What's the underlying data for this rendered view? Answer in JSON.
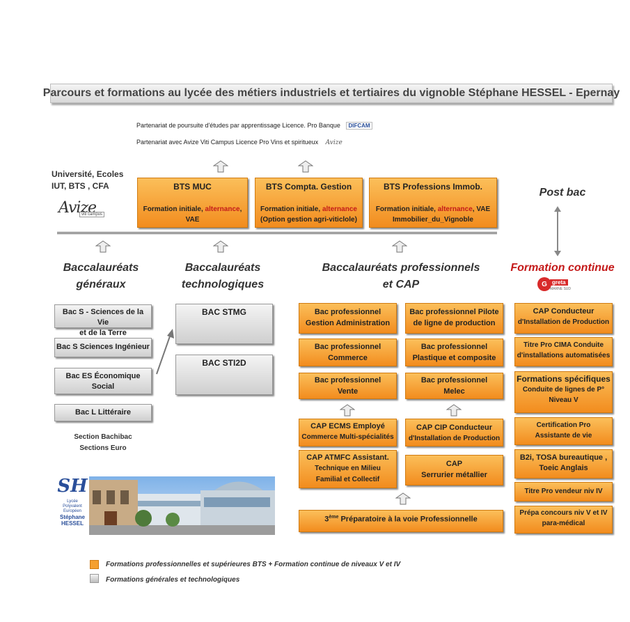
{
  "title": "Parcours et formations au  lycée des métiers industriels et tertiaires du vignoble Stéphane HESSEL - Epernay",
  "partnerships": [
    {
      "text": "Partenariat  de poursuite d'études par apprentissage  Licence. Pro Banque",
      "logo": "DIFCAM"
    },
    {
      "text": "Partenariat  avec  Avize Viti Campus Licence Pro Vins et spiritueux",
      "logo": "Avize"
    }
  ],
  "university": {
    "line1": "Université,  Ecoles",
    "line2": "IUT, BTS , CFA"
  },
  "avize_logo": {
    "script": "Avize",
    "tag": "viti campus"
  },
  "bts": [
    {
      "title": "BTS MUC",
      "sub_a": "Formation initiale, ",
      "sub_red": "alternance",
      "sub_b": ", VAE",
      "sub_c": ""
    },
    {
      "title": "BTS Compta. Gestion",
      "sub_a": "Formation initiale, ",
      "sub_red": "alternance",
      "sub_b": "",
      "sub_c": "(Option gestion agri-viticlole)"
    },
    {
      "title": "BTS Professions Immob.",
      "sub_a": "Formation initiale, ",
      "sub_red": "alternance",
      "sub_b": ", VAE",
      "sub_c": "Immobilier_du_Vignoble"
    }
  ],
  "post_bac": "Post bac",
  "headings": {
    "generaux": {
      "l1": "Baccalauréats",
      "l2": "généraux"
    },
    "techno": {
      "l1": "Baccalauréats",
      "l2": "technologiques"
    },
    "pro": {
      "l1": "Baccalauréats professionnels",
      "l2": "et CAP"
    },
    "fc": "Formation continue"
  },
  "greta": {
    "letter": "G",
    "word": "greta",
    "sub": "MARNE SUD"
  },
  "bac_generaux": [
    {
      "l1": "Bac S - Sciences de la Vie",
      "l2": "et  de la Terre"
    },
    {
      "l1": "Bac S  Sciences Ingénieur",
      "l2": ""
    },
    {
      "l1": "Bac ES Économique",
      "l2": "Social"
    },
    {
      "l1": "Bac L Littéraire",
      "l2": ""
    }
  ],
  "bachibac": {
    "l1": "Section Bachibac",
    "l2": "Sections Euro"
  },
  "bac_techno": [
    "BAC STMG",
    "BAC STI2D"
  ],
  "bac_pro": [
    {
      "l1": "Bac professionnel",
      "l2": "Gestion Administration"
    },
    {
      "l1": "Bac professionnel  Pilote",
      "l2": "de ligne de production"
    },
    {
      "l1": "Bac professionnel",
      "l2": "Commerce"
    },
    {
      "l1": "Bac professionnel",
      "l2": "Plastique et composite"
    },
    {
      "l1": "Bac professionnel",
      "l2": "Vente"
    },
    {
      "l1": "Bac professionnel",
      "l2": "Melec"
    }
  ],
  "cap": [
    {
      "l1": "CAP ECMS Employé",
      "l2": "Commerce Multi-spécialités",
      "l3": ""
    },
    {
      "l1": "CAP CIP Conducteur",
      "l2": "d'Installation de Production",
      "l3": ""
    },
    {
      "l1": "CAP ATMFC Assistant.",
      "l2": "Technique  en Milieu",
      "l3": "Familial et Collectif"
    },
    {
      "l1": "CAP",
      "l2": "Serrurier métallier",
      "l3": ""
    }
  ],
  "troisieme": {
    "num": "3",
    "sup": "ème",
    "text": "  Préparatoire à la voie Professionnelle"
  },
  "formation_continue": [
    {
      "l1": "CAP Conducteur",
      "l2": "d'Installation de Production",
      "l3": ""
    },
    {
      "l1": "Titre Pro CIMA Conduite",
      "l2": "d'installations automatisées",
      "l3": ""
    },
    {
      "l1": "Formations spécifiques",
      "l2": "Conduite de lignes de P°",
      "l3": "Niveau V"
    },
    {
      "l1": "Certification Pro",
      "l2": "Assistante de vie",
      "l3": ""
    },
    {
      "l1": "B2i, TOSA bureautique ,",
      "l2": "Toeic Anglais",
      "l3": ""
    },
    {
      "l1": "Titre Pro vendeur niv IV",
      "l2": "",
      "l3": ""
    },
    {
      "l1": "Prépa concours niv V et IV",
      "l2": "para-médical",
      "l3": ""
    }
  ],
  "school_logo": {
    "mark": "SH",
    "l1": "Lycée",
    "l2": "Polyvalent",
    "l3": "Européen",
    "l4": "Stéphane",
    "l5": "HESSEL"
  },
  "legend": [
    {
      "color": "#f5a030",
      "text": "Formations professionnelles et supérieures BTS + Formation continue de niveaux V et IV"
    },
    {
      "color": "#bdbdbd",
      "text": "Formations générales et technologiques"
    }
  ],
  "colors": {
    "orange": "#f5a030",
    "grey": "#cfcfcf",
    "red": "#c41a1a"
  }
}
